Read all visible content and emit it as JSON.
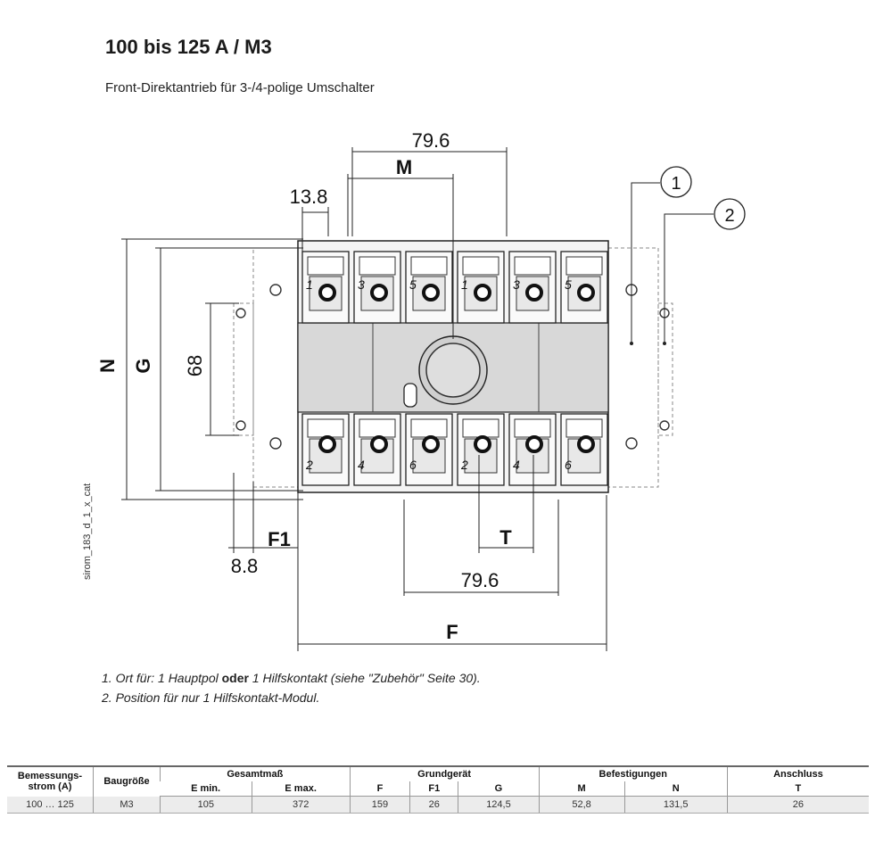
{
  "header": {
    "title": "100 bis 125 A / M3",
    "subtitle": "Front-Direktantrieb für 3-/4-polige Umschalter"
  },
  "drawing": {
    "dim_top": "79.6",
    "dim_m": "M",
    "dim_13_8": "13.8",
    "dim_n": "N",
    "dim_g": "G",
    "dim_68": "68",
    "dim_f1": "F1",
    "dim_8_8": "8.8",
    "dim_t": "T",
    "dim_bottom": "79.6",
    "dim_f": "F",
    "callout_1": "1",
    "callout_2": "2",
    "pole_top_labels": [
      "1",
      "3",
      "5",
      "1",
      "3",
      "5"
    ],
    "pole_bottom_labels": [
      "2",
      "4",
      "6",
      "2",
      "4",
      "6"
    ],
    "side_ref": "sirom_183_d_1_x_cat"
  },
  "notes": {
    "note1_a": "1. Ort für: 1 Hauptpol ",
    "note1_b": "oder",
    "note1_c": " 1 Hilfskontakt (siehe \"Zubehör\"  Seite 30).",
    "note2": "2. Position für nur 1 Hilfskontakt-Modul."
  },
  "table": {
    "col_rating": "Bemessungs-strom (A)",
    "col_size": "Baugröße",
    "grp_total": "Gesamtmaß",
    "grp_base": "Grundgerät",
    "grp_mount": "Befestigungen",
    "grp_conn": "Anschluss",
    "sub": [
      "E min.",
      "E max.",
      "F",
      "F1",
      "G",
      "M",
      "N",
      "T"
    ],
    "rows": [
      [
        "100 … 125",
        "M3",
        "105",
        "372",
        "159",
        "26",
        "124,5",
        "52,8",
        "131,5",
        "26"
      ]
    ]
  }
}
